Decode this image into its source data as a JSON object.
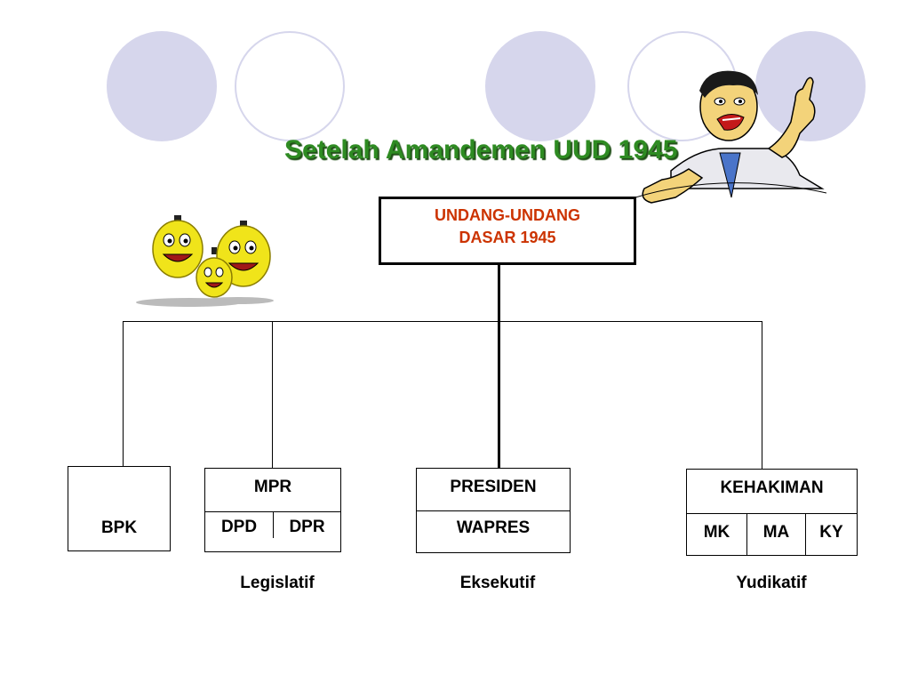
{
  "title": "Setelah Amandemen UUD 1945",
  "colors": {
    "title": "#2e8b22",
    "uud_text": "#cc3300",
    "circle": "#d6d6ec"
  },
  "root": {
    "line1": "UNDANG-UNDANG",
    "line2": "DASAR 1945"
  },
  "bpk": {
    "label": "BPK"
  },
  "legislatif": {
    "top": "MPR",
    "sub": [
      "DPD",
      "DPR"
    ],
    "caption": "Legislatif"
  },
  "eksekutif": {
    "top": "PRESIDEN",
    "bottom": "WAPRES",
    "caption": "Eksekutif"
  },
  "yudikatif": {
    "top": "KEHAKIMAN",
    "sub": [
      "MK",
      "MA",
      "KY"
    ],
    "caption": "Yudikatif"
  },
  "icons": [
    "pointing-man-clipart-icon",
    "smiley-faces-clipart-icon"
  ]
}
